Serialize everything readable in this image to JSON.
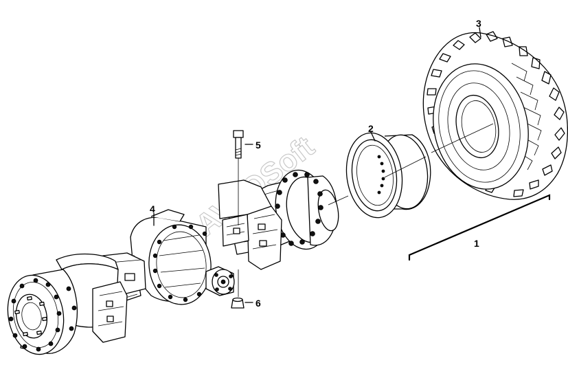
{
  "diagram": {
    "callouts": [
      {
        "id": "1",
        "label": "1"
      },
      {
        "id": "2",
        "label": "2"
      },
      {
        "id": "3",
        "label": "3"
      },
      {
        "id": "4",
        "label": "4"
      },
      {
        "id": "5",
        "label": "5"
      },
      {
        "id": "6",
        "label": "6"
      }
    ],
    "watermark": "AVTOSoft",
    "colors": {
      "line": "#000000",
      "background": "#ffffff",
      "watermark": "#9a9a9a"
    }
  }
}
